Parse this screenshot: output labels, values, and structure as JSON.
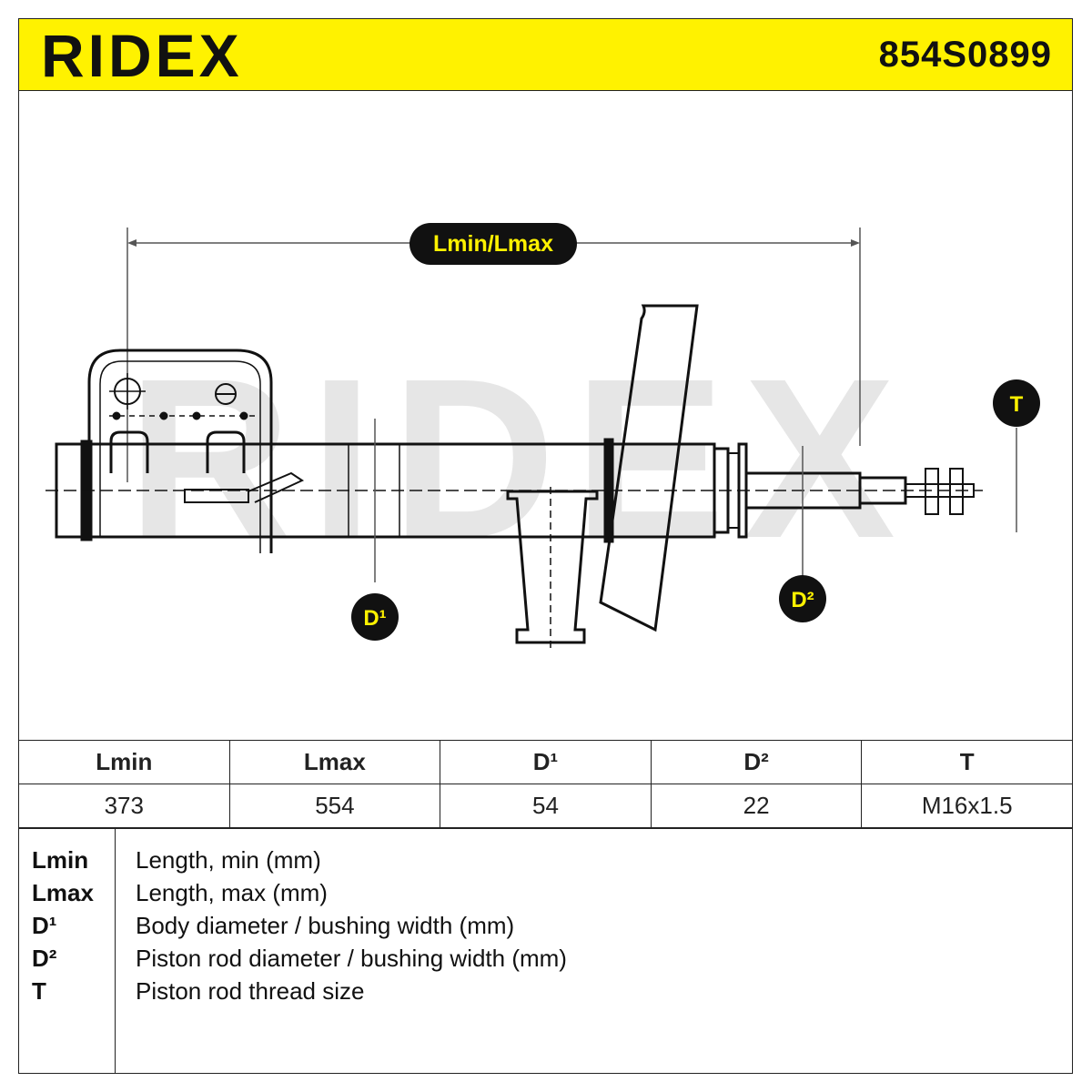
{
  "header": {
    "brand": "RIDEX",
    "part_number": "854S0899",
    "background_color": "#fff200"
  },
  "diagram": {
    "watermark": "RIDEX",
    "labels": {
      "length": "Lmin/Lmax",
      "d1": "D¹",
      "d2": "D²",
      "t": "T"
    }
  },
  "spec_table": {
    "headers": [
      "Lmin",
      "Lmax",
      "D¹",
      "D²",
      "T"
    ],
    "values": [
      "373",
      "554",
      "54",
      "22",
      "M16x1.5"
    ]
  },
  "legend": [
    {
      "key": "Lmin",
      "desc": "Length, min (mm)"
    },
    {
      "key": "Lmax",
      "desc": "Length, max (mm)"
    },
    {
      "key": "D¹",
      "desc": "Body diameter / bushing width (mm)"
    },
    {
      "key": "D²",
      "desc": "Piston rod diameter / bushing width (mm)"
    },
    {
      "key": "T",
      "desc": "Piston rod thread size"
    }
  ]
}
